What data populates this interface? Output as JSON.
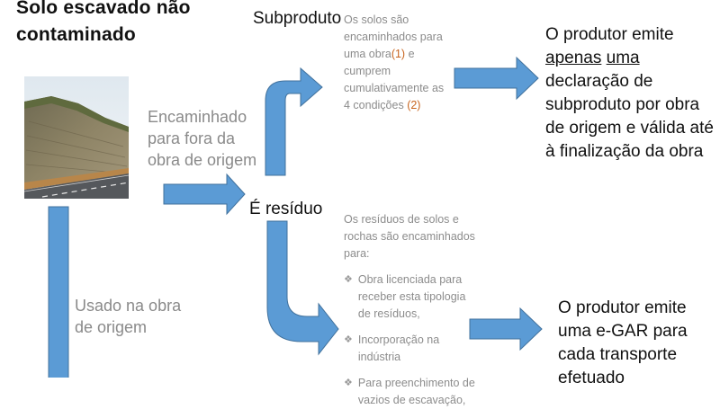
{
  "diagram": {
    "title_line1": "Solo escavado não",
    "title_line2": "contaminado",
    "photo": {
      "icon": "hillside-road-photo"
    },
    "left_label_top": "Encaminhado para fora da obra de origem",
    "left_label_bottom": "Usado na obra de origem",
    "center_node": "É resíduo",
    "top_node": "Subproduto",
    "top_desc": {
      "text_before_1": "Os solos são encaminhados para uma obra",
      "ref_1": "(1)",
      "text_after_1": " e cumprem cumulativamente as 4 condições ",
      "ref_2": "(2)"
    },
    "top_result": {
      "line_a_before": "O produtor emite ",
      "line_a_underlined_1": "apenas",
      "line_b_underlined_2": "uma",
      "line_b_after": " declaração de subproduto por obra de origem e válida até à finalização da obra"
    },
    "bottom_desc": {
      "intro": "Os resíduos de solos e rochas são encaminhados para:",
      "items": [
        "Obra licenciada para receber esta tipologia de resíduos,",
        "Incorporação na indústria",
        "Para preenchimento de vazios de escavação,"
      ]
    },
    "bottom_result": "O produtor emite uma e-GAR para cada transporte efetuado",
    "colors": {
      "arrow": "#5b9bd5",
      "arrow_edge": "#41719c",
      "reference": "#c8641e",
      "gray_text": "#8a8a8a"
    }
  }
}
